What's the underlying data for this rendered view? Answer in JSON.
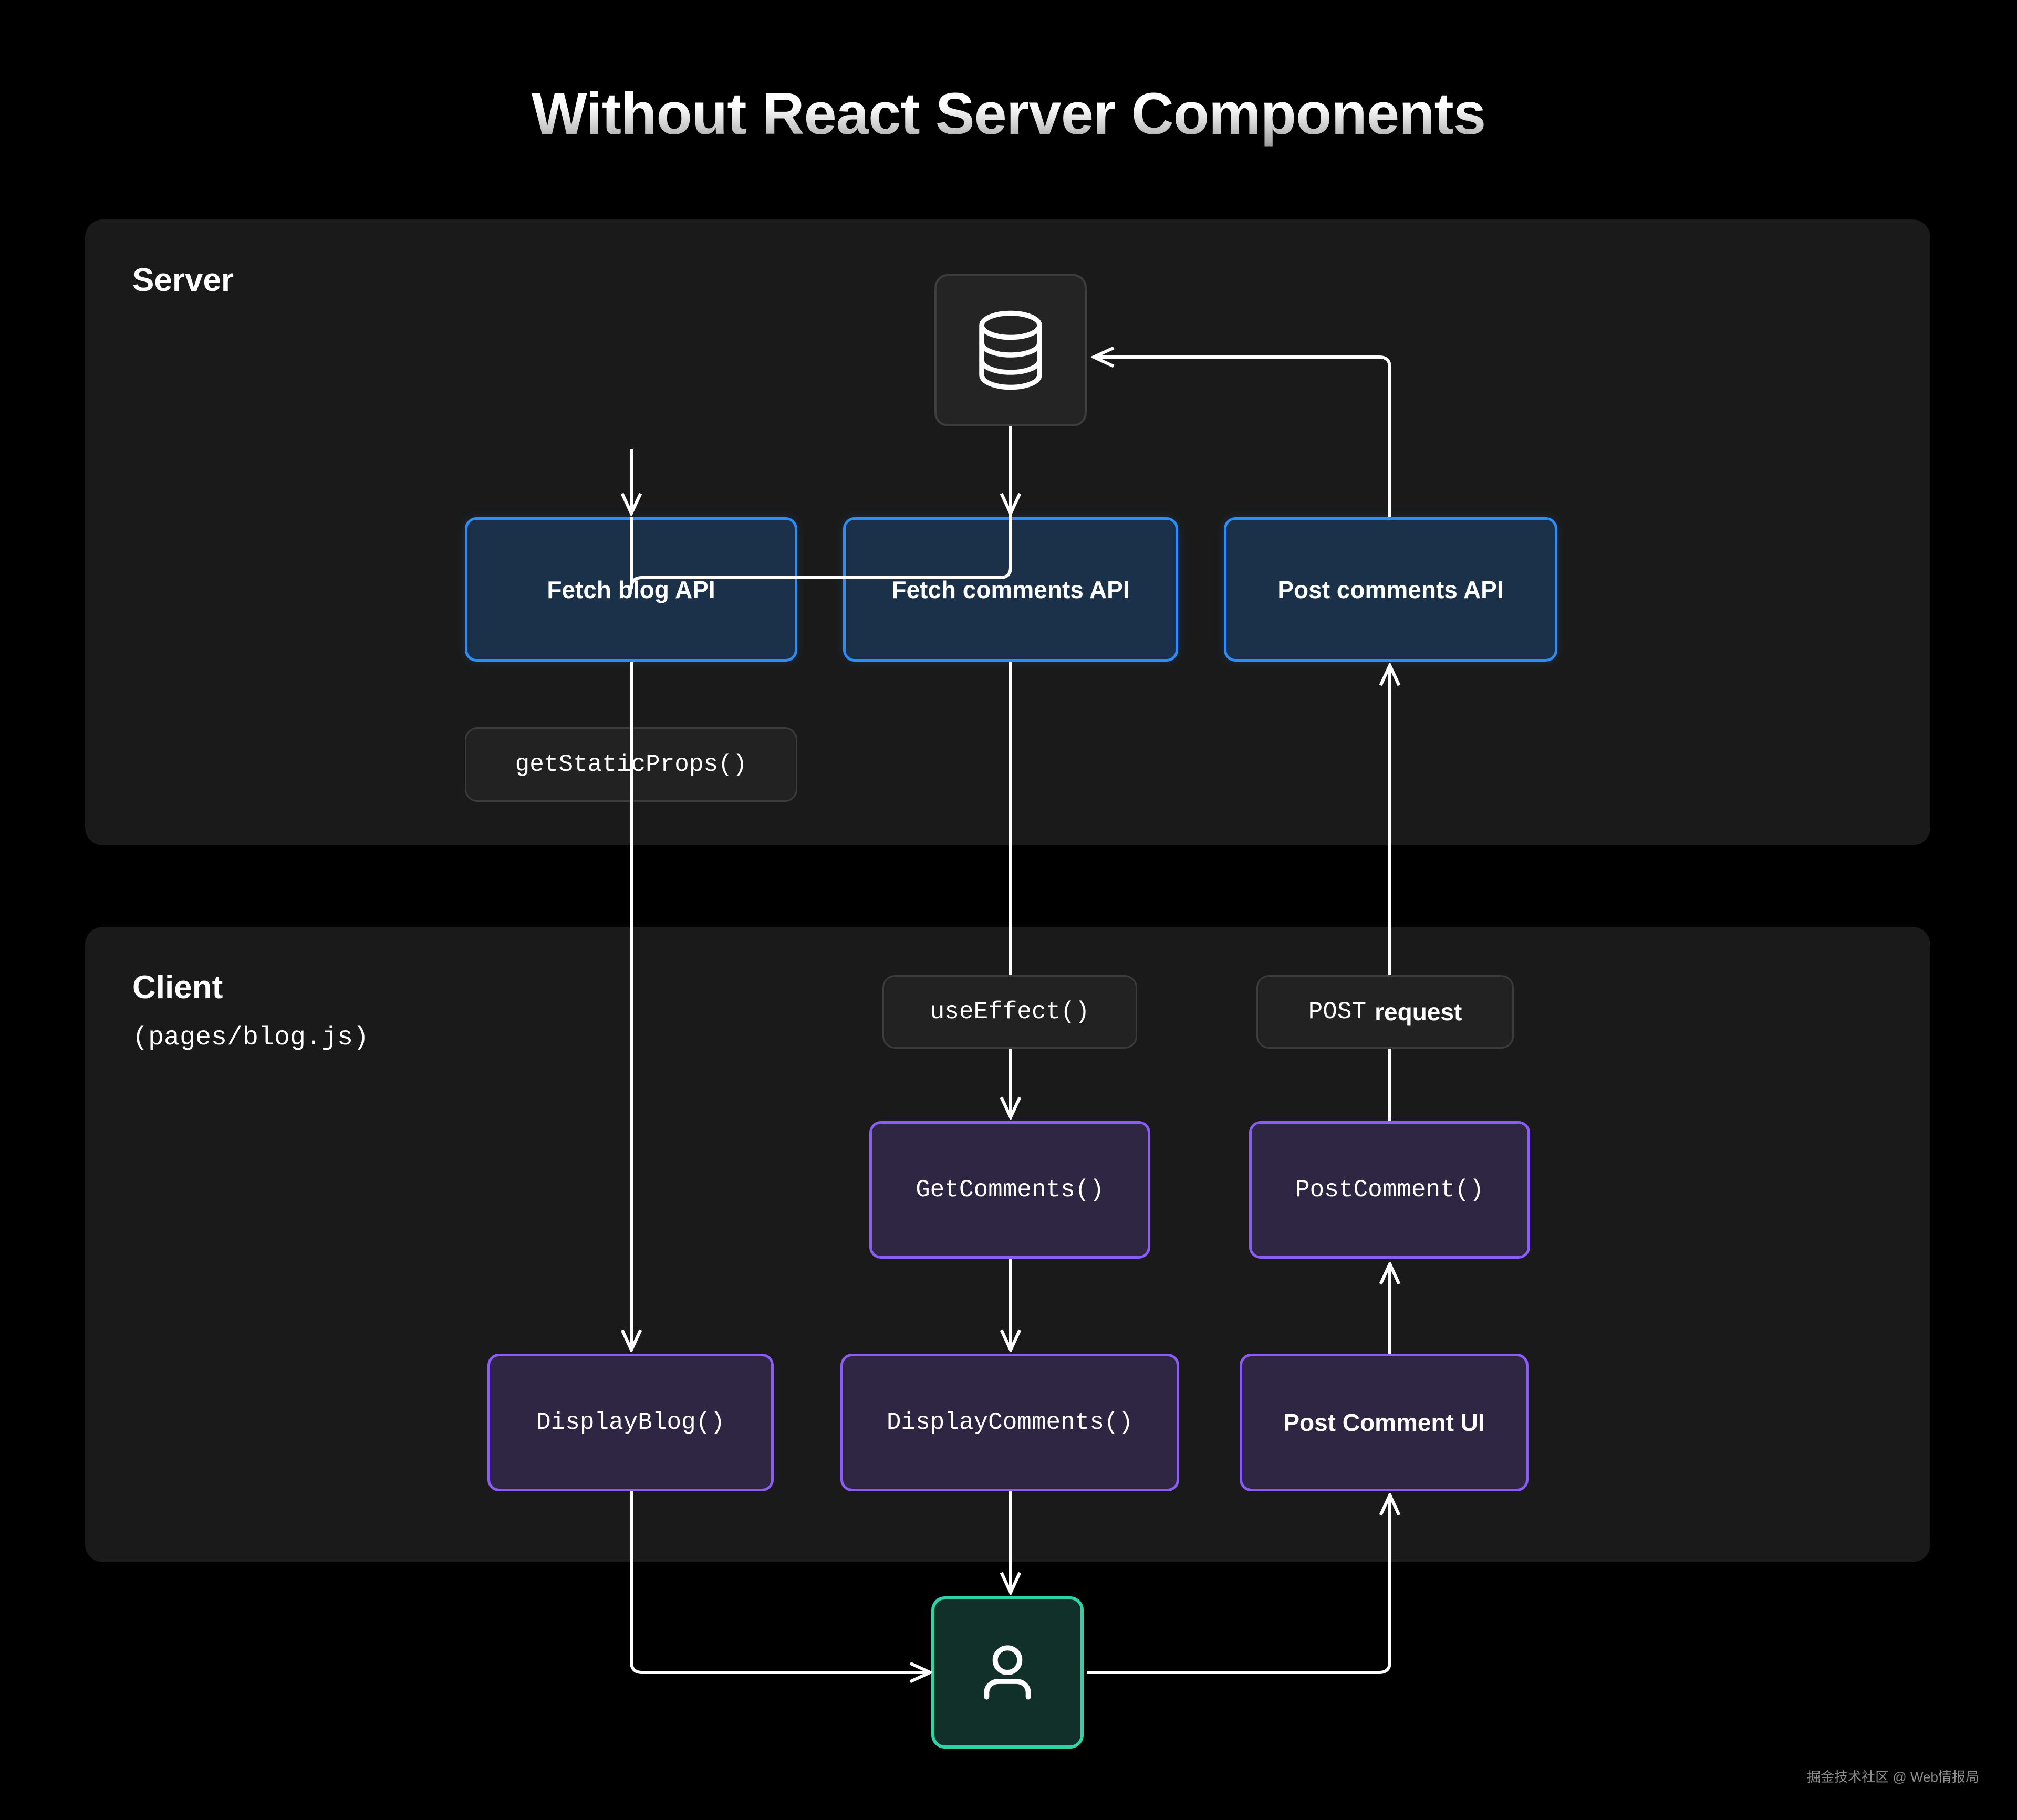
{
  "page": {
    "title": "Without React Server Components",
    "background": "#000000",
    "watermark": "掘金技术社区 @ Web情报局"
  },
  "colors": {
    "blue_border": "#2d8cf5",
    "blue_fill": "#1b3149",
    "purple_border": "#8b5cf6",
    "purple_fill": "#2e2642",
    "green_border": "#2dd4a7",
    "green_fill": "#11302a",
    "panel_fill": "#1a1a1a",
    "pill_fill": "#222222",
    "wire": "#ffffff"
  },
  "server": {
    "title": "Server",
    "database_icon": "database-icon",
    "api_nodes": [
      {
        "label": "Fetch blog API"
      },
      {
        "label": "Fetch  comments API"
      },
      {
        "label": "Post comments API"
      }
    ],
    "pills": [
      {
        "label": "getStaticProps()"
      }
    ]
  },
  "client": {
    "title": "Client",
    "subtitle": "(pages/blog.js)",
    "pills": [
      {
        "label": "useEffect()"
      },
      {
        "label": "POST",
        "emphasis": "request"
      }
    ],
    "nodes_upper": [
      {
        "label": "GetComments()"
      },
      {
        "label": "PostComment()"
      }
    ],
    "nodes_lower": [
      {
        "label": "DisplayBlog()"
      },
      {
        "label": "DisplayComments()"
      },
      {
        "label": "Post Comment UI"
      }
    ]
  },
  "user": {
    "icon": "user-icon"
  }
}
